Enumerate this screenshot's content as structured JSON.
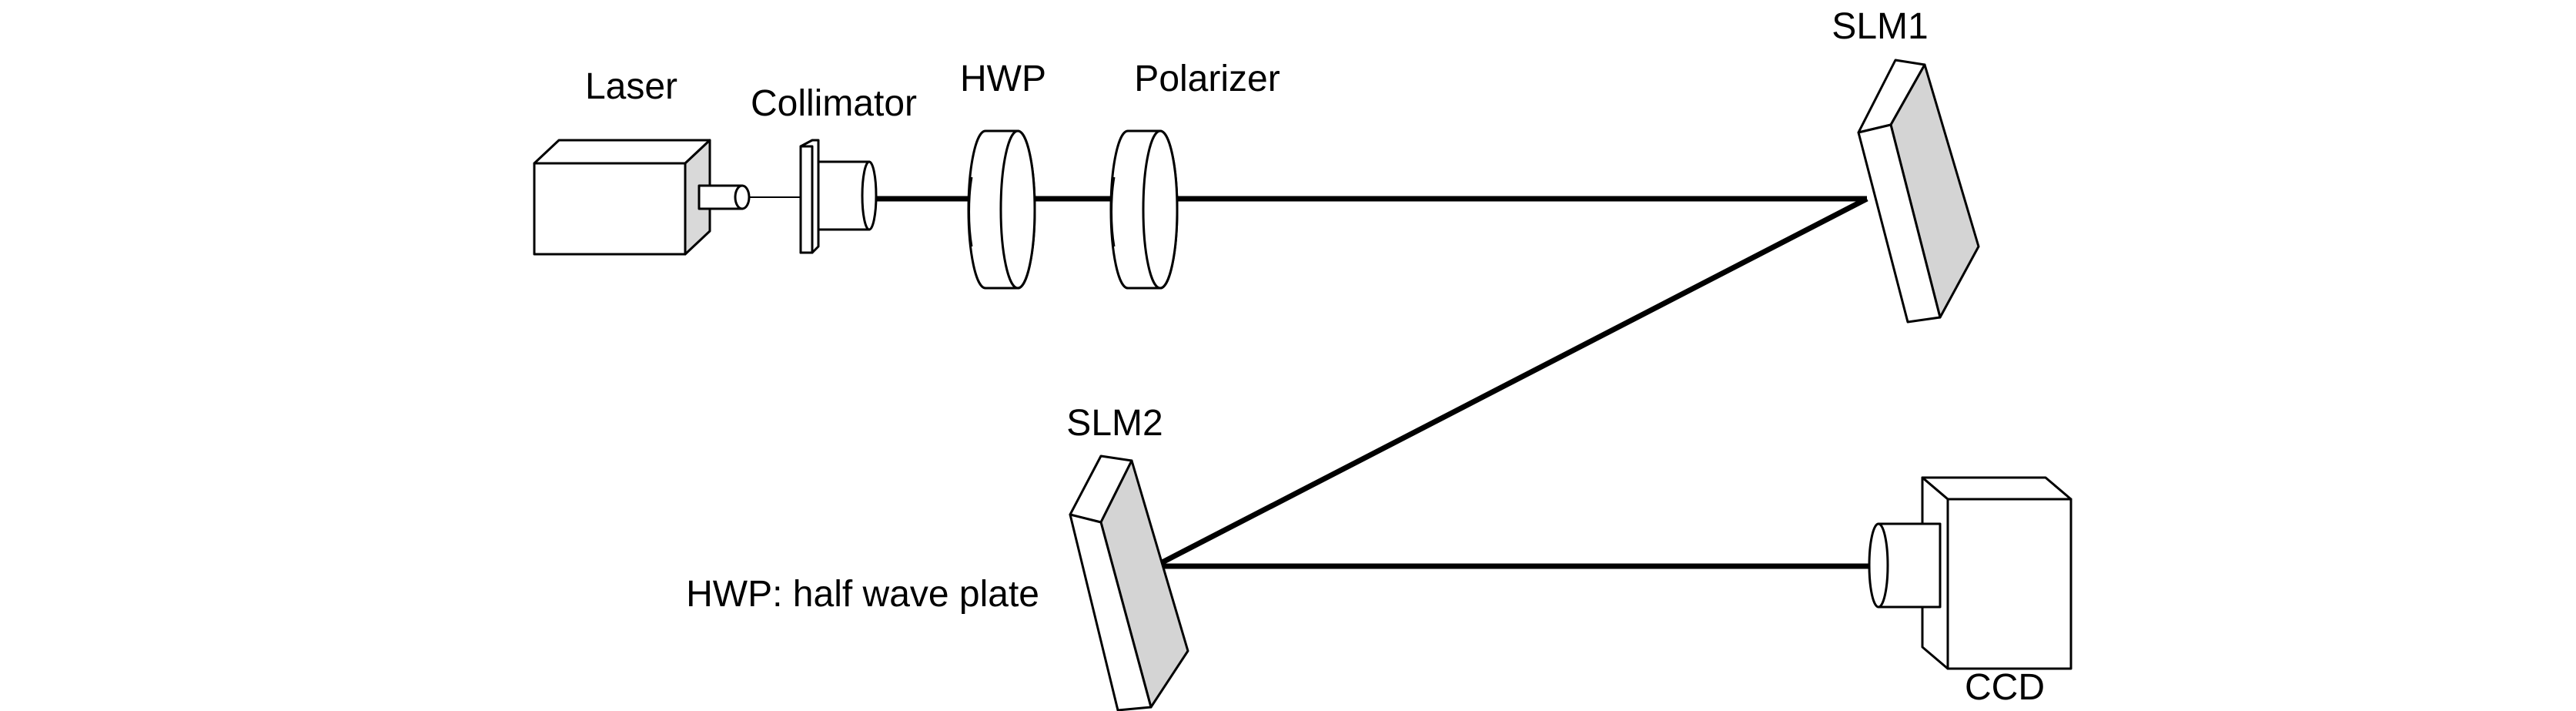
{
  "labels": {
    "laser": "Laser",
    "collimator": "Collimator",
    "hwp": "HWP",
    "polarizer": "Polarizer",
    "slm1": "SLM1",
    "slm2": "SLM2",
    "ccd": "CCD",
    "legend": "HWP: half wave plate"
  },
  "colors": {
    "line": "#000000",
    "slm_face": "#d4d4d4",
    "background": "#ffffff"
  }
}
